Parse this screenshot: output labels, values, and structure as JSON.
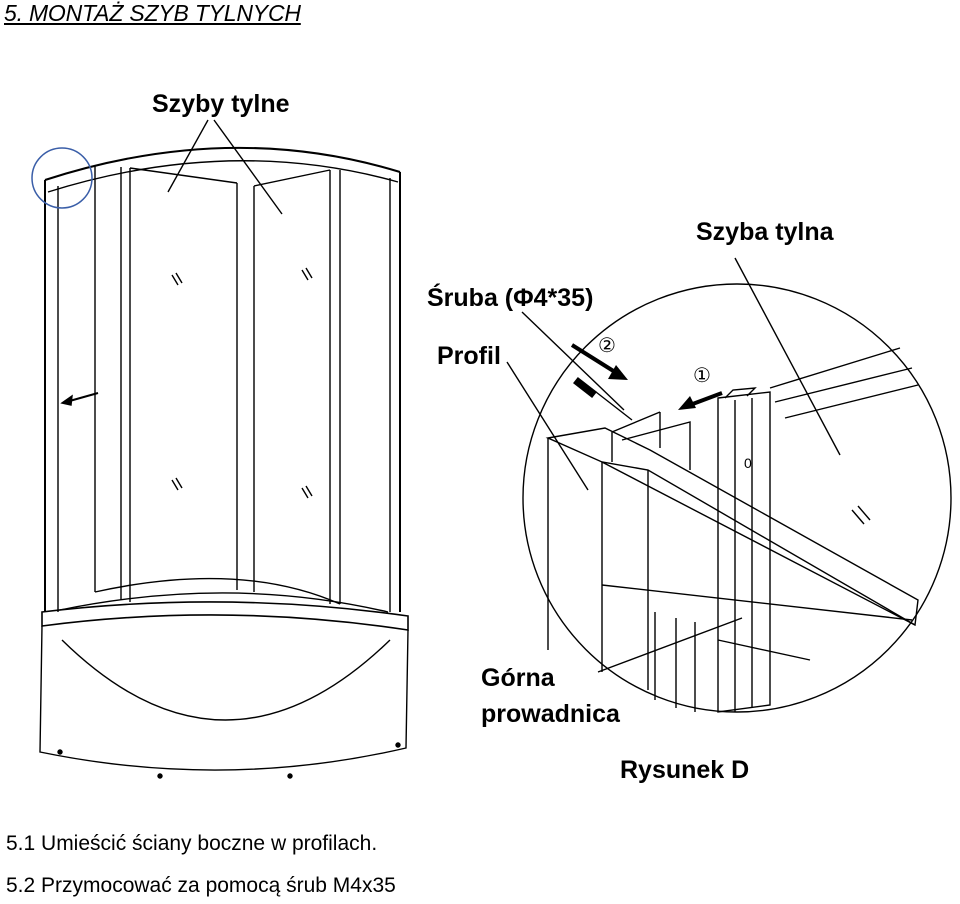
{
  "heading": "5. MONTAŻ SZYB  TYLNYCH",
  "figure": {
    "label_szyby_tylne": "Szyby tylne",
    "label_szyba_tylna": "Szyba tylna",
    "label_sruba": "Śruba (Φ4*35)",
    "label_profil": "Profil",
    "label_gorna_1": "Górna",
    "label_gorna_2": "prowadnica",
    "label_rysunek": "Rysunek D",
    "marker_1": "①",
    "marker_2": "②",
    "hole_mark": "0"
  },
  "steps": [
    "5.1 Umieścić ściany boczne w profilach.",
    "5.2 Przymocować za pomocą śrub M4x35"
  ],
  "colors": {
    "circle_marker": "#3a5ea8",
    "line": "#000000"
  }
}
